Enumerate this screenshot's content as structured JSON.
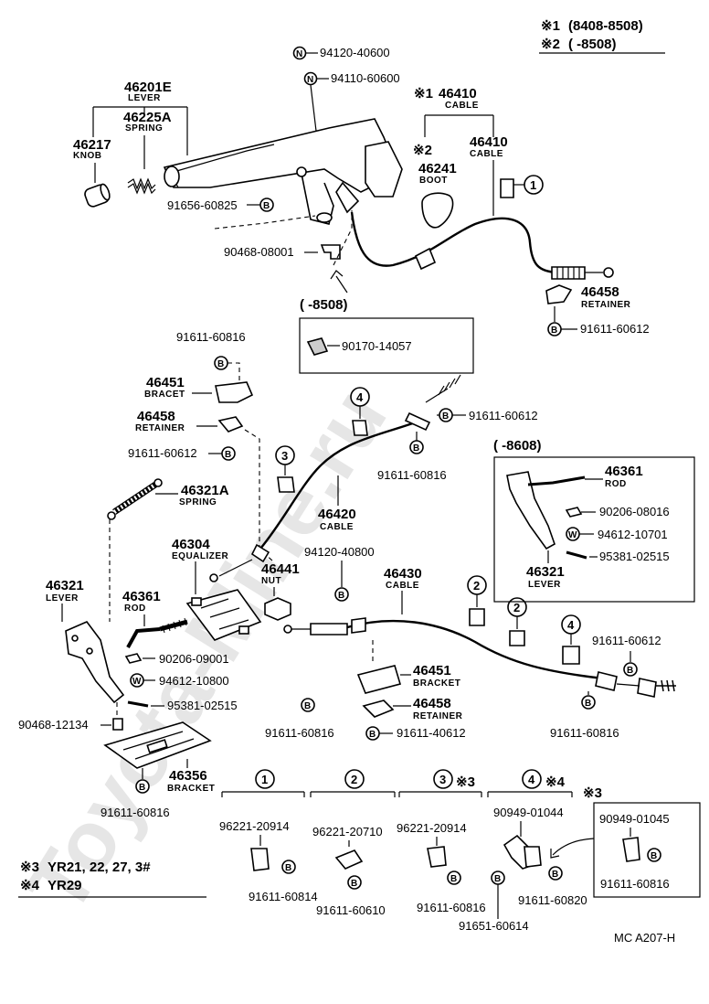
{
  "header": {
    "note1_mark": "※1",
    "note1_text": "(8408-8508)",
    "note2_mark": "※2",
    "note2_text": "(     -8508)"
  },
  "watermark": "Toyota-Mine.ru",
  "parts": {
    "p94120_40600": "94120-40600",
    "p94110_60600": "94110-60600",
    "p46201E": "46201E",
    "lbl_lever": "LEVER",
    "p46225A": "46225A",
    "lbl_spring": "SPRING",
    "p46217": "46217",
    "lbl_knob": "KNOB",
    "p91656_60825": "91656-60825",
    "p90468_08001": "90468-08001",
    "p46410_a": "46410",
    "p46410_a_mark": "※1",
    "lbl_cable": "CABLE",
    "p46410_b": "46410",
    "p46241": "46241",
    "p46241_mark": "※2",
    "lbl_boot": "BOOT",
    "p46458_top": "46458",
    "lbl_retainer": "RETAINER",
    "p91611_60612_top": "91611-60612",
    "box1_title": "(      -8508)",
    "p90170_14057": "90170-14057",
    "p91611_60816_a": "91611-60816",
    "p46451_a": "46451",
    "lbl_bracet": "BRACET",
    "p46458_mid": "46458",
    "p91611_60612_mid": "91611-60612",
    "p91611_60612_b": "91611-60612",
    "p91611_60816_b": "91611-60816",
    "p46321A": "46321A",
    "p46420": "46420",
    "p46304": "46304",
    "lbl_equalizer": "EQUALIZER",
    "p94120_40800": "94120-40800",
    "p46441": "46441",
    "lbl_nut": "NUT",
    "p46321": "46321",
    "p46361": "46361",
    "lbl_rod": "ROD",
    "p90206_09001": "90206-09001",
    "p94612_10800": "94612-10800",
    "p95381_02515": "95381-02515",
    "p90468_12134": "90468-12134",
    "p46356": "46356",
    "lbl_bracket": "BRACKET",
    "p91611_60816_c": "91611-60816",
    "p46430": "46430",
    "p46451_b": "46451",
    "p46458_b": "46458",
    "p91611_60816_d": "91611-60816",
    "p91611_40612": "91611-40612",
    "p91611_60612_c": "91611-60612",
    "p91611_60816_e": "91611-60816",
    "box2_title": "(     -8608)",
    "box2_p46361": "46361",
    "box2_p90206_08016": "90206-08016",
    "box2_p94612_10701": "94612-10701",
    "box2_p95381_02515": "95381-02515",
    "box2_p46321": "46321",
    "g1_p96221_20914": "96221-20914",
    "g1_p91611_60814": "91611-60814",
    "g2_p96221_20710": "96221-20710",
    "g2_p91611_60610": "91611-60610",
    "g3_p96221_20914": "96221-20914",
    "g3_p91611_60816": "91611-60816",
    "g3_mark": "※3",
    "g4_p90949_01044": "90949-01044",
    "g4_p91651_60614": "91651-60614",
    "g4_p91611_60820": "91611-60820",
    "g4_mark": "※4",
    "box3_mark": "※3",
    "box3_p90949_01045": "90949-01045",
    "box3_p91611_60816": "91611-60816"
  },
  "symbols": {
    "n": "N",
    "b": "B",
    "w": "W",
    "c1": "1",
    "c2": "2",
    "c3": "3",
    "c4": "4"
  },
  "footer": {
    "note3_mark": "※3",
    "note3_text": "YR21, 22, 27, 3#",
    "note4_mark": "※4",
    "note4_text": "YR29",
    "code": "MC  A207-H"
  }
}
